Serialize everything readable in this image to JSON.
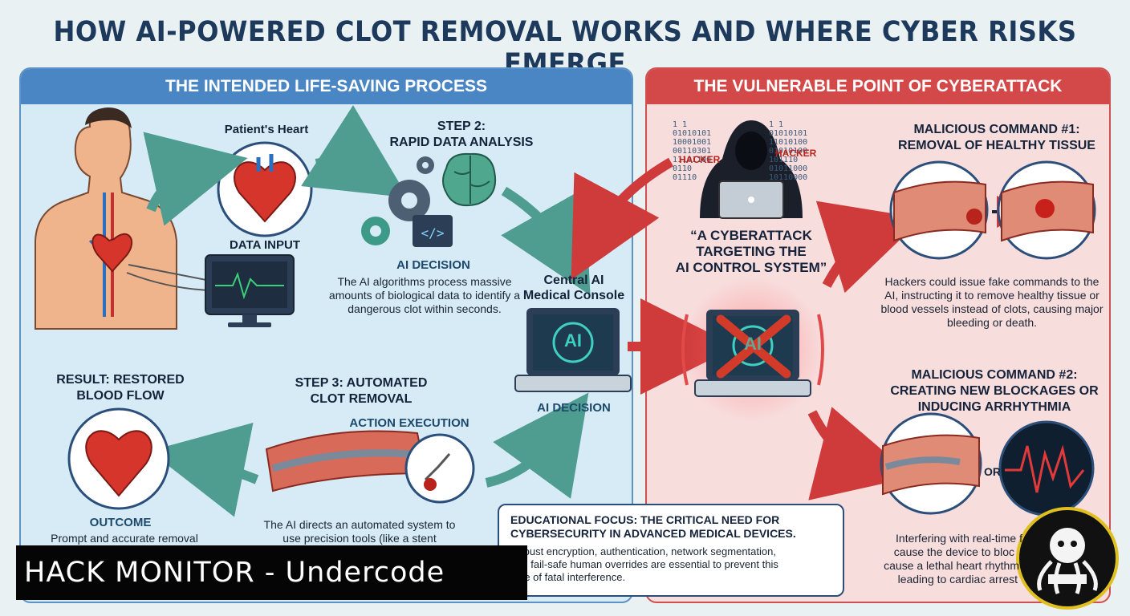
{
  "title": "HOW AI-POWERED CLOT REMOVAL WORKS AND WHERE CYBER RISKS EMERGE",
  "left_panel": {
    "header": "THE INTENDED LIFE-SAVING PROCESS",
    "patient_heart": "Patient's Heart",
    "data_input": "DATA INPUT",
    "step2_line1": "STEP 2:",
    "step2_line2": "RAPID DATA ANALYSIS",
    "ai_decision_1": "AI DECISION",
    "step2_body": "The AI algorithms process massive amounts of biological data to identify a dangerous clot within seconds.",
    "console_line1": "Central AI",
    "console_line2": "Medical Console",
    "console_screen": "AI",
    "ai_decision_2": "AI DECISION",
    "result_line1": "RESULT: RESTORED",
    "result_line2": "BLOOD FLOW",
    "outcome": "OUTCOME",
    "outcome_body": "Prompt and accurate removal",
    "step3_line1": "STEP 3: AUTOMATED",
    "step3_line2": "CLOT REMOVAL",
    "action_execution": "ACTION EXECUTION",
    "step3_body": "The AI directs an automated system to use precision tools (like a stent"
  },
  "right_panel": {
    "header": "THE VULNERABLE POINT OF CYBERATTACK",
    "hacker_label_left": "HACKER",
    "hacker_label_right": "HACKER",
    "binary_left": [
      "1  1",
      "01010101",
      "10001001",
      "00110301",
      "11101100",
      "0110",
      "01110"
    ],
    "binary_right": [
      "1  1",
      "01010101",
      "11010100",
      "01010100",
      "101110",
      "01011000",
      "10110000"
    ],
    "quote_line1": "“A CYBERATTACK",
    "quote_line2": "TARGETING THE",
    "quote_line3": "AI CONTROL SYSTEM”",
    "hacked_screen": "AI",
    "cmd1_line1": "MALICIOUS COMMAND #1:",
    "cmd1_line2": "REMOVAL OF HEALTHY TISSUE",
    "cmd1_body": "Hackers could issue fake commands to the AI, instructing it to remove healthy tissue or blood vessels instead of clots, causing major bleeding or death.",
    "cmd2_line1": "MALICIOUS COMMAND #2:",
    "cmd2_line2": "CREATING NEW BLOCKAGES OR",
    "cmd2_line3": "INDUCING ARRHYTHMIA",
    "or_label": "OR",
    "cmd2_body_1": "Interfering with real-time f",
    "cmd2_body_2": "cause the device to bloc",
    "cmd2_body_3": "cause a lethal heart rhythm",
    "cmd2_body_4": "leading to cardiac arrest"
  },
  "edu_box": {
    "title_line1": "EDUCATIONAL FOCUS: THE CRITICAL NEED FOR",
    "title_line2": "CYBERSECURITY IN ADVANCED MEDICAL DEVICES.",
    "body_line1": "Robust encryption, authentication, network segmentation,",
    "body_line2": "and fail-safe human overrides are essential to prevent this",
    "body_line3": "type of fatal interference."
  },
  "watermark": "HACK MONITOR - Undercode",
  "colors": {
    "blue_header": "#4a86c3",
    "red_header": "#d34848",
    "teal_arrow": "#4f9c90",
    "red_arrow": "#cf3a3a",
    "heart_red": "#d6352c"
  }
}
